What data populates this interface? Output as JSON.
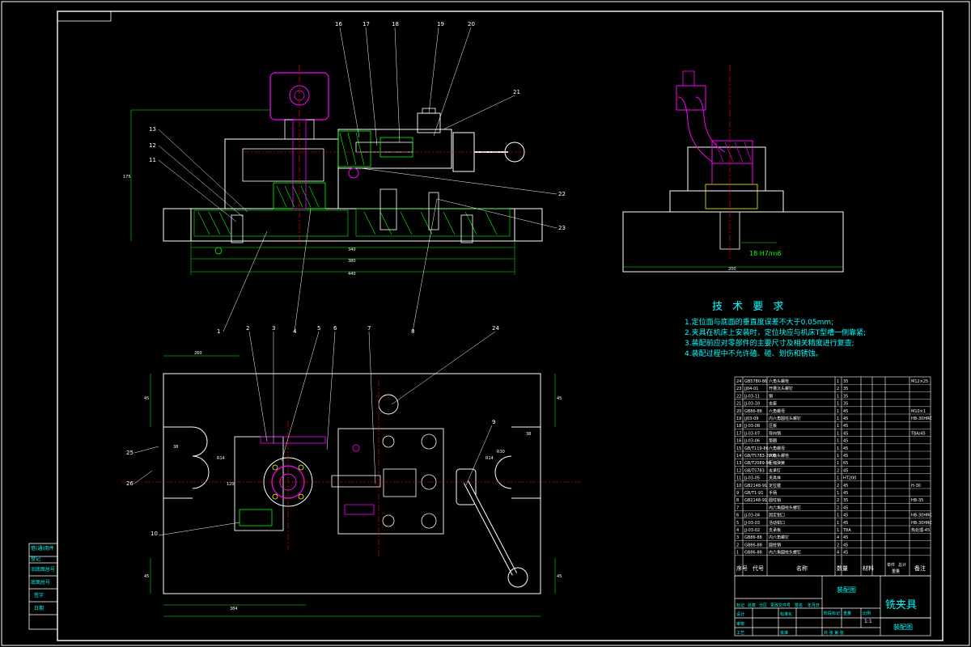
{
  "technical_requirements": {
    "title": "技 术 要 求",
    "items": [
      "1.定位面与底面的垂直度误差不大于0.05mm;",
      "2.夹具在机床上安装时，定位块应与机床T型槽一侧靠紧;",
      "3.装配前应对零部件的主要尺寸及相关精度进行复查;",
      "4.装配过程中不允许磕、碰、划伤和锈蚀。"
    ]
  },
  "balloons_top": [
    "16",
    "17",
    "18",
    "19",
    "20",
    "21",
    "13",
    "12",
    "11",
    "22",
    "23"
  ],
  "balloons_mid": [
    "1",
    "2",
    "3",
    "4",
    "5",
    "6",
    "7",
    "8",
    "24",
    "9",
    "10",
    "25",
    "26"
  ],
  "dimensions": {
    "top_width": "440",
    "top_inner": "380",
    "top_inner2": "340",
    "height": "175",
    "side_width": "200",
    "fit": "18 H7/m6",
    "plan_left": "260",
    "plan_total": "384",
    "plan_45": "45",
    "plan_r": "R14",
    "plan_r2": "R30",
    "plan_38": "38",
    "plan_120": "120"
  },
  "bom_header": {
    "seq": "序号",
    "code": "代号",
    "name": "名称",
    "qty": "数量",
    "material": "材料",
    "weight_single": "单件",
    "weight_total": "总计",
    "weight": "重量",
    "note": "备注"
  },
  "bom_rows": [
    {
      "seq": "24",
      "code": "GB5780-86",
      "name": "六角头螺栓",
      "qty": "1",
      "mat": "35",
      "note": "M12×25"
    },
    {
      "seq": "23",
      "code": "JJ04-01",
      "name": "开槽沉头螺钉",
      "qty": "2",
      "mat": "35",
      "note": ""
    },
    {
      "seq": "22",
      "code": "JJ-03-11",
      "name": "销",
      "qty": "1",
      "mat": "35",
      "note": ""
    },
    {
      "seq": "21",
      "code": "JJ-03-10",
      "name": "支座",
      "qty": "1",
      "mat": "35",
      "note": ""
    },
    {
      "seq": "20",
      "code": "GB86-88",
      "name": "六角螺母",
      "qty": "1",
      "mat": "45",
      "note": "M10×1"
    },
    {
      "seq": "19",
      "code": "JJ03-09",
      "name": "内六角圆柱头螺钉",
      "qty": "1",
      "mat": "45",
      "note": "HB-30HRC"
    },
    {
      "seq": "18",
      "code": "JJ-03-08",
      "name": "压板",
      "qty": "1",
      "mat": "45",
      "note": ""
    },
    {
      "seq": "17",
      "code": "JJ-03-07",
      "name": "导向销",
      "qty": "1",
      "mat": "45",
      "note": "T8A/45"
    },
    {
      "seq": "16",
      "code": "JJ-03-06",
      "name": "垫圈",
      "qty": "1",
      "mat": "45",
      "note": ""
    },
    {
      "seq": "15",
      "code": "GB/T119-86",
      "name": "六角螺母",
      "qty": "1",
      "mat": "45",
      "note": ""
    },
    {
      "seq": "14",
      "code": "GB/T5783-2000",
      "name": "六角头螺栓",
      "qty": "1",
      "mat": "45",
      "note": ""
    },
    {
      "seq": "13",
      "code": "GB/T2089-94",
      "name": "压缩弹簧",
      "qty": "1",
      "mat": "65",
      "note": ""
    },
    {
      "seq": "12",
      "code": "GB/T5783",
      "name": "支承钉",
      "qty": "2",
      "mat": "45",
      "note": ""
    },
    {
      "seq": "11",
      "code": "JJ-03-05",
      "name": "夹具体",
      "qty": "1",
      "mat": "HT200",
      "note": ""
    },
    {
      "seq": "10",
      "code": "GB2148-91",
      "name": "定位键",
      "qty": "2",
      "mat": "45",
      "note": "H-30"
    },
    {
      "seq": "9",
      "code": "GB/T1-91",
      "name": "手柄",
      "qty": "1",
      "mat": "45",
      "note": ""
    },
    {
      "seq": "8",
      "code": "GB2148-91",
      "name": "圆柱销",
      "qty": "2",
      "mat": "35",
      "note": "HB-35"
    },
    {
      "seq": "7",
      "code": "",
      "name": "内六角圆柱头螺钉",
      "qty": "2",
      "mat": "45",
      "note": ""
    },
    {
      "seq": "6",
      "code": "JJ-03-04",
      "name": "固定钳口",
      "qty": "1",
      "mat": "45",
      "note": "HB-30HRC"
    },
    {
      "seq": "5",
      "code": "JJ-03-03",
      "name": "活动钳口",
      "qty": "1",
      "mat": "45",
      "note": "HB-30HRC"
    },
    {
      "seq": "4",
      "code": "JJ-03-02",
      "name": "支承板",
      "qty": "1",
      "mat": "T8A",
      "note": "热处理-45"
    },
    {
      "seq": "3",
      "code": "GB86-88",
      "name": "内六角螺钉",
      "qty": "4",
      "mat": "45",
      "note": ""
    },
    {
      "seq": "2",
      "code": "GB86-88",
      "name": "圆柱销",
      "qty": "2",
      "mat": "45",
      "note": ""
    },
    {
      "seq": "1",
      "code": "GB86-88",
      "name": "内六角圆柱头螺钉",
      "qty": "4",
      "mat": "45",
      "note": ""
    }
  ],
  "title_block": {
    "assembly": "装配图",
    "product": "铣夹具",
    "sub": "装配图",
    "scale": "1:1",
    "row_labels": [
      "标记",
      "处数",
      "分区",
      "更改文件号",
      "签名",
      "年月日"
    ],
    "roles": [
      "设计",
      "审核",
      "工艺",
      "标准化",
      "批准"
    ],
    "stage": "阶段标记",
    "weight": "重量",
    "scale_label": "比例",
    "sheet": "共 张 第 张"
  },
  "side_stamps": [
    "借(通)用件",
    "登记",
    "旧底图总号",
    "底图总号",
    "签字",
    "日期"
  ]
}
